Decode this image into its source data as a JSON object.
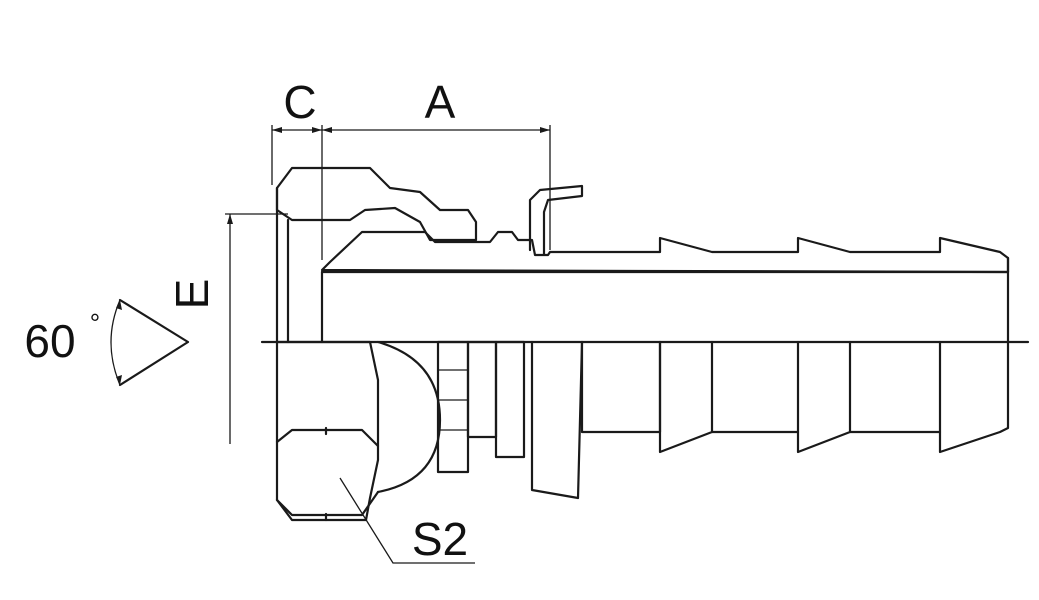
{
  "labels": {
    "dim_c": "C",
    "dim_a": "A",
    "dim_e": "E",
    "angle": "60",
    "degree": "°",
    "hex": "S2"
  }
}
